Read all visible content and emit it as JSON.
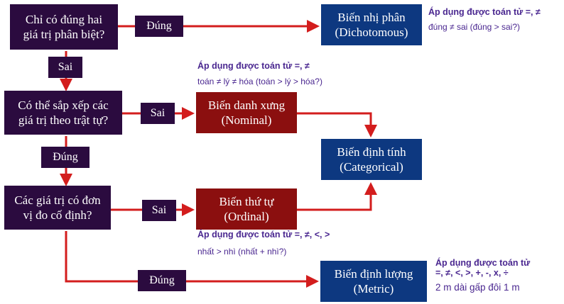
{
  "questions": {
    "q1": [
      "Chỉ có đúng hai",
      "giá trị phân biệt?"
    ],
    "q2": [
      "Có thể sắp xếp các",
      "giá trị theo trật tự?"
    ],
    "q3": [
      "Các giá trị có đơn",
      "vị đo cố định?"
    ]
  },
  "labels": {
    "dung_1": "Đúng",
    "sai_1": "Sai",
    "sai_2": "Sai",
    "dung_2": "Đúng",
    "sai_3": "Sai",
    "dung_3": "Đúng"
  },
  "results": {
    "dichotomous": [
      "Biến nhị phân",
      "(Dichotomous)"
    ],
    "nominal": [
      "Biến danh xưng",
      "(Nominal)"
    ],
    "categorical": [
      "Biến định tính",
      "(Categorical)"
    ],
    "ordinal": [
      "Biến thứ tự",
      "(Ordinal)"
    ],
    "metric": [
      "Biến định lượng",
      "(Metric)"
    ]
  },
  "notes": {
    "dichotomous": {
      "heading": "Áp dụng được toán tử =, ≠",
      "example": "đúng ≠ sai (đúng > sai?)"
    },
    "nominal": {
      "heading": "Áp dụng được toán tử =, ≠",
      "example": "toán ≠ lý ≠ hóa (toán > lý > hóa?)"
    },
    "ordinal": {
      "heading": "Áp dụng được toán tử =, ≠, <, >",
      "example": "nhất > nhì (nhất + nhì?)"
    },
    "metric": {
      "heading_1": "Áp dụng được toán tử",
      "heading_2": "=, ≠, <, >, +, -, x, ÷",
      "example": "2 m dài gấp đôi 1 m"
    }
  },
  "colors": {
    "question_box": "#2b0b3f",
    "red_box": "#8b0f0f",
    "blue_box": "#0d3880",
    "arrow": "#d31d1d",
    "note_text": "#4a2790"
  }
}
